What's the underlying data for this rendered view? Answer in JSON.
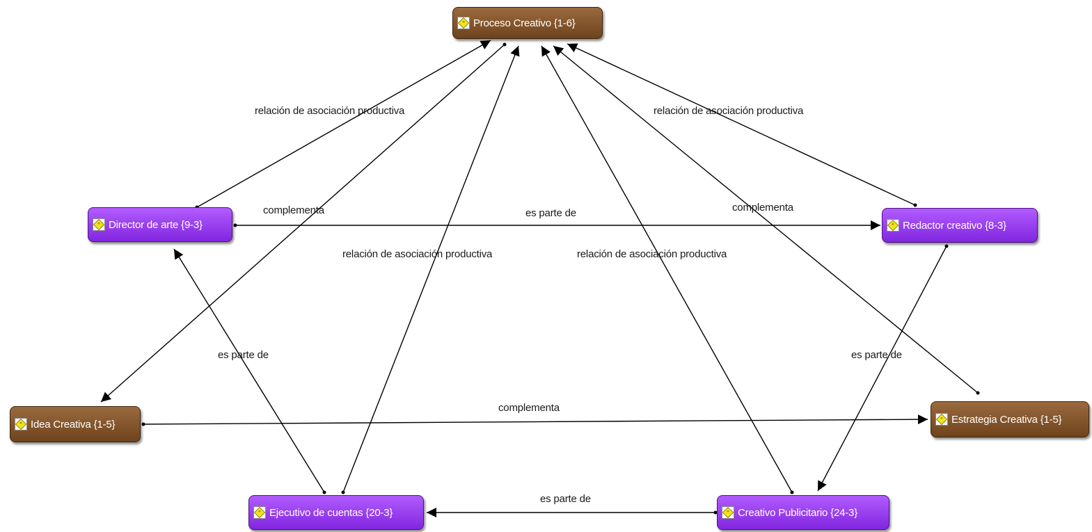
{
  "nodes": {
    "proceso_creativo": {
      "label": "Proceso Creativo {1-6}",
      "kind": "brown",
      "color": "#7e5028"
    },
    "director_de_arte": {
      "label": "Director de arte {9-3}",
      "kind": "purple",
      "color": "#9b3ff0"
    },
    "redactor_creativo": {
      "label": "Redactor creativo {8-3}",
      "kind": "purple",
      "color": "#9b3ff0"
    },
    "idea_creativa": {
      "label": "Idea Creativa {1-5}",
      "kind": "brown",
      "color": "#7e5028"
    },
    "estrategia_creativa": {
      "label": "Estrategia Creativa {1-5}",
      "kind": "brown",
      "color": "#7e5028"
    },
    "ejecutivo_de_cuentas": {
      "label": "Ejecutivo de cuentas {20-3}",
      "kind": "purple",
      "color": "#9b3ff0"
    },
    "creativo_publicitario": {
      "label": "Creativo Publicitario {24-3}",
      "kind": "purple",
      "color": "#9b3ff0"
    }
  },
  "node_icon": "diamond-quote-icon",
  "edge_labels": {
    "director_proceso": "relación de asociación productiva",
    "redactor_proceso": "relación de asociación productiva",
    "ejecutivo_proceso": "relación de asociación productiva",
    "creativo_proceso": "relación de asociación productiva",
    "proceso_idea": "complementa",
    "estrategia_proceso": "complementa",
    "director_redactor": "es parte de",
    "ejecutivo_director": "es parte de",
    "redactor_creativo": "es parte de",
    "idea_estrategia": "complementa",
    "creativo_ejecutivo": "es parte de"
  }
}
